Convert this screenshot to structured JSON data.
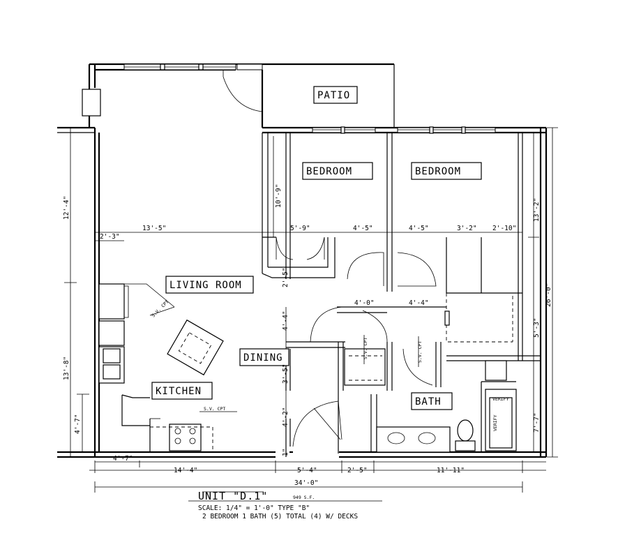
{
  "rooms": {
    "patio": "PATIO",
    "bedroom1": "BEDROOM",
    "bedroom2": "BEDROOM",
    "living": "LIVING ROOM",
    "dining": "DINING",
    "kitchen": "KITCHEN",
    "bath": "BATH"
  },
  "dimensions": {
    "left_upper": "12'-4\"",
    "left_lower": "13'-8\"",
    "left_small": "4'-7\"",
    "right_upper": "13'-2\"",
    "right_total": "26'-0\"",
    "right_mid": "5'-3\"",
    "right_lower": "7'-7\"",
    "row_13_5": "13'-5\"",
    "row_2_3": "2'-3\"",
    "row_5_9": "5'-9\"",
    "row_4_5a": "4'-5\"",
    "row_4_5b": "4'-5\"",
    "row_3_2": "3'-2\"",
    "row_2_10": "2'-10\"",
    "bed_height": "10'-9\"",
    "closet_2_5": "2'-5\"",
    "hall_4_0": "4'-0\"",
    "hall_4_4": "4'-4\"",
    "v_4_4": "4'-4\"",
    "v_3_5": "3'-5\"",
    "v_4_2": "4'-2\"",
    "v_1": "1\"",
    "bottom_4_7": "4'-7\"",
    "bottom_14_4": "14'-4\"",
    "bottom_5_4": "5'-4\"",
    "bottom_2_5": "2'-5\"",
    "bottom_11_11": "11'-11\"",
    "overall": "34'-0\""
  },
  "notes": {
    "sv_cpt": "S.V. CPT",
    "verify": "VERIFY"
  },
  "title_block": {
    "unit": "UNIT \"D.1\"",
    "area": "949 S.F.",
    "scale": "SCALE: 1/4\" = 1'-0\"  TYPE \"B\"",
    "summary": "2 BEDROOM 1 BATH (5) TOTAL  (4) W/ DECKS"
  }
}
